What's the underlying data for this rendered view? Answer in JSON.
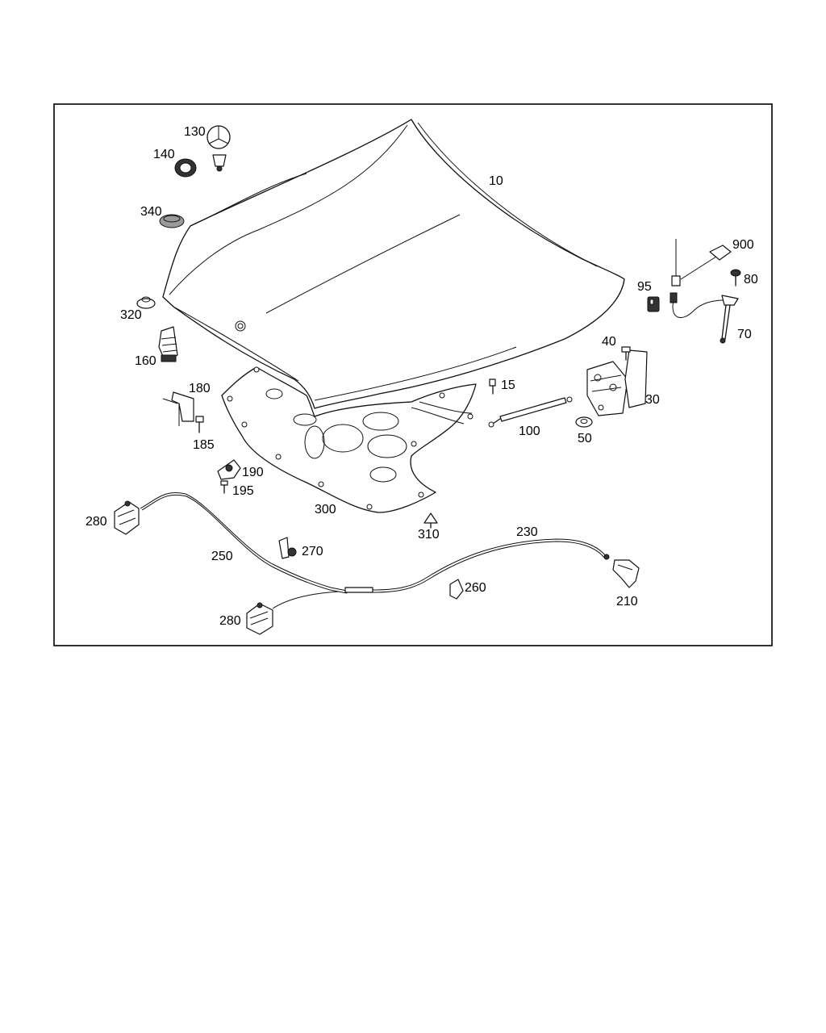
{
  "diagram": {
    "labels": {
      "p10": "10",
      "p15": "15",
      "p30": "30",
      "p40": "40",
      "p50": "50",
      "p70": "70",
      "p80": "80",
      "p95": "95",
      "p100": "100",
      "p130": "130",
      "p140": "140",
      "p160": "160",
      "p180": "180",
      "p185": "185",
      "p190": "190",
      "p195": "195",
      "p210": "210",
      "p230": "230",
      "p250": "250",
      "p260": "260",
      "p270": "270",
      "p280a": "280",
      "p280b": "280",
      "p300": "300",
      "p310": "310",
      "p320": "320",
      "p340": "340",
      "p900": "900"
    }
  }
}
